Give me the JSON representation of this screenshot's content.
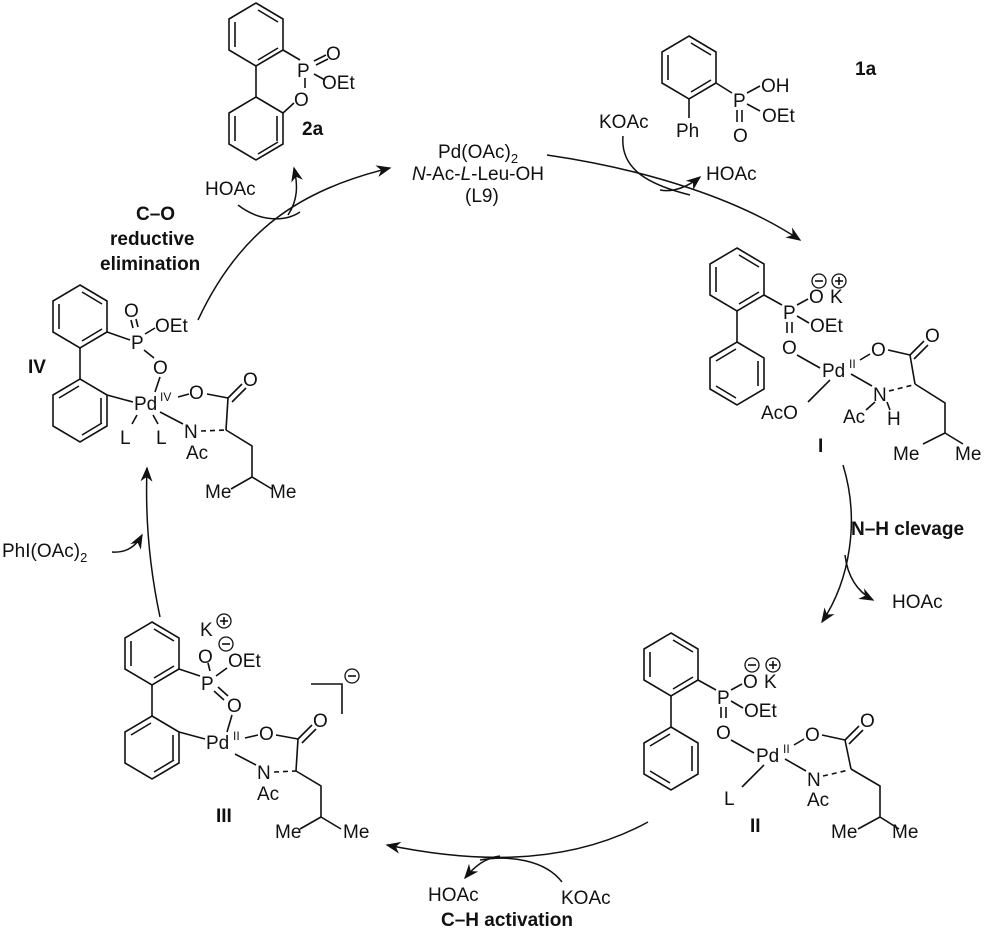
{
  "title": "Proposed catalytic cycle for Pd-catalyzed C–H activation / C–O cyclization of biaryl phosphonic monoester",
  "catalyst": {
    "line1": "Pd(OAc)",
    "line1_sub": "2",
    "line2_n": "N",
    "line2_mid": "-Ac-",
    "line2_l": "L",
    "line2_end": "-Leu-OH",
    "line3": "(L9)"
  },
  "compounds": {
    "substrate": {
      "label": "1a",
      "groups": {
        "oh": "OH",
        "oet": "OEt",
        "o": "O",
        "p": "P",
        "ph": "Ph"
      }
    },
    "product": {
      "label": "2a",
      "groups": {
        "o_double": "O",
        "oet": "OEt",
        "o_ring": "O",
        "p": "P"
      }
    },
    "int1": {
      "label": "I",
      "pd": "Pd",
      "ox": "II",
      "k": "K",
      "o_minus": "O",
      "oet": "OEt",
      "o_p": "O",
      "o_carb": "O",
      "o_carbonyl": "O",
      "aco": "AcO",
      "n": "N",
      "ac": "Ac",
      "h": "H",
      "me1": "Me",
      "me2": "Me",
      "p": "P"
    },
    "int2": {
      "label": "II",
      "pd": "Pd",
      "ox": "II",
      "k": "K",
      "o_minus": "O",
      "oet": "OEt",
      "o_p": "O",
      "o_carb": "O",
      "o_carbonyl": "O",
      "l": "L",
      "n": "N",
      "ac": "Ac",
      "me1": "Me",
      "me2": "Me",
      "p": "P"
    },
    "int3": {
      "label": "III",
      "pd": "Pd",
      "ox": "II",
      "k": "K",
      "o_minus": "O",
      "oet": "OEt",
      "o_p": "O",
      "o_carb": "O",
      "o_carbonyl": "O",
      "n": "N",
      "ac": "Ac",
      "me1": "Me",
      "me2": "Me",
      "p": "P"
    },
    "int4": {
      "label": "IV",
      "pd": "Pd",
      "ox": "IV",
      "o_double": "O",
      "oet": "OEt",
      "o_p": "O",
      "o_carb": "O",
      "o_carbonyl": "O",
      "l1": "L",
      "l2": "L",
      "n": "N",
      "ac": "Ac",
      "me1": "Me",
      "me2": "Me",
      "p": "P"
    }
  },
  "reagents": {
    "koac_top": "KOAc",
    "hoac_top": "HOAc",
    "hoac_nh": "HOAc",
    "hoac_ch": "HOAc",
    "koac_ch": "KOAc",
    "phi_main": "PhI(OAc)",
    "phi_sub": "2",
    "hoac_re": "HOAc"
  },
  "steps": {
    "nh": "N–H clevage",
    "ch": "C–H activation",
    "co_1": "C–O",
    "co_2": "reductive",
    "co_3": "elimination"
  }
}
